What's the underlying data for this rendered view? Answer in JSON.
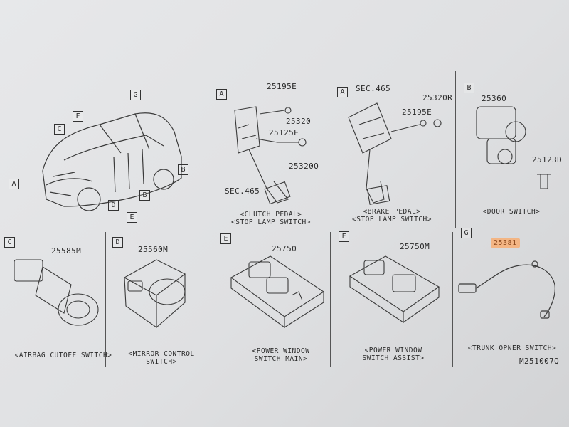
{
  "car": {
    "callouts": [
      "A",
      "B",
      "B",
      "C",
      "D",
      "E",
      "F",
      "G"
    ]
  },
  "panels": {
    "clutch": {
      "tag": "A",
      "parts": [
        "25195E",
        "25320",
        "25125E",
        "25320Q",
        "SEC.465"
      ],
      "caption": [
        "<CLUTCH PEDAL>",
        "<STOP LAMP SWITCH>"
      ]
    },
    "brake": {
      "tag": "A",
      "parts": [
        "SEC.465",
        "25320R",
        "25195E"
      ],
      "caption": [
        "<BRAKE PEDAL>",
        "<STOP LAMP SWITCH>"
      ]
    },
    "door": {
      "tag": "B",
      "parts": [
        "25360",
        "25123D"
      ],
      "caption": [
        "<DOOR SWITCH>"
      ]
    },
    "airbag": {
      "tag": "C",
      "parts": [
        "25585M"
      ],
      "caption": [
        "<AIRBAG CUTOFF SWITCH>"
      ]
    },
    "mirror": {
      "tag": "D",
      "parts": [
        "25560M"
      ],
      "caption": [
        "<MIRROR CONTROL",
        "SWITCH>"
      ]
    },
    "pw_main": {
      "tag": "E",
      "parts": [
        "25750"
      ],
      "caption": [
        "<POWER WINDOW",
        "SWITCH MAIN>"
      ]
    },
    "pw_assist": {
      "tag": "F",
      "parts": [
        "25750M"
      ],
      "caption": [
        "<POWER WINDOW",
        "SWITCH ASSIST>"
      ]
    },
    "trunk": {
      "tag": "G",
      "parts": [
        "25381"
      ],
      "caption": [
        "<TRUNK OPNER SWITCH>"
      ]
    }
  },
  "figure_code": "M251007Q",
  "colors": {
    "highlight": "#f3b584",
    "ink": "#2b2b2b"
  }
}
